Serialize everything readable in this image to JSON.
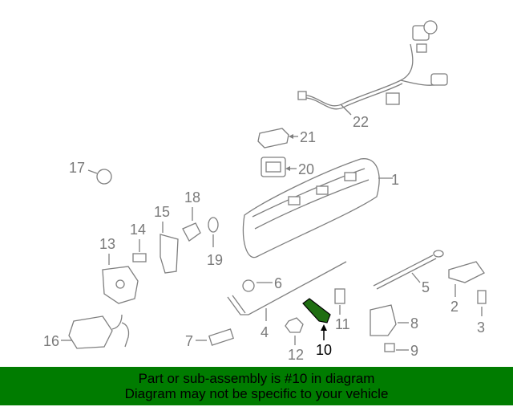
{
  "diagram": {
    "highlighted_part": "10",
    "highlight_color": "#1f6e12",
    "callouts": {
      "c1": "1",
      "c2": "2",
      "c3": "3",
      "c4": "4",
      "c5": "5",
      "c6": "6",
      "c7": "7",
      "c8": "8",
      "c9": "9",
      "c10": "10",
      "c11": "11",
      "c12": "12",
      "c13": "13",
      "c14": "14",
      "c15": "15",
      "c16": "16",
      "c17": "17",
      "c18": "18",
      "c19": "19",
      "c20": "20",
      "c21": "21",
      "c22": "22"
    }
  },
  "banner": {
    "line1": "Part or sub-assembly is #10 in diagram",
    "line2": "Diagram may not be specific to your vehicle",
    "background": "#007c00"
  }
}
